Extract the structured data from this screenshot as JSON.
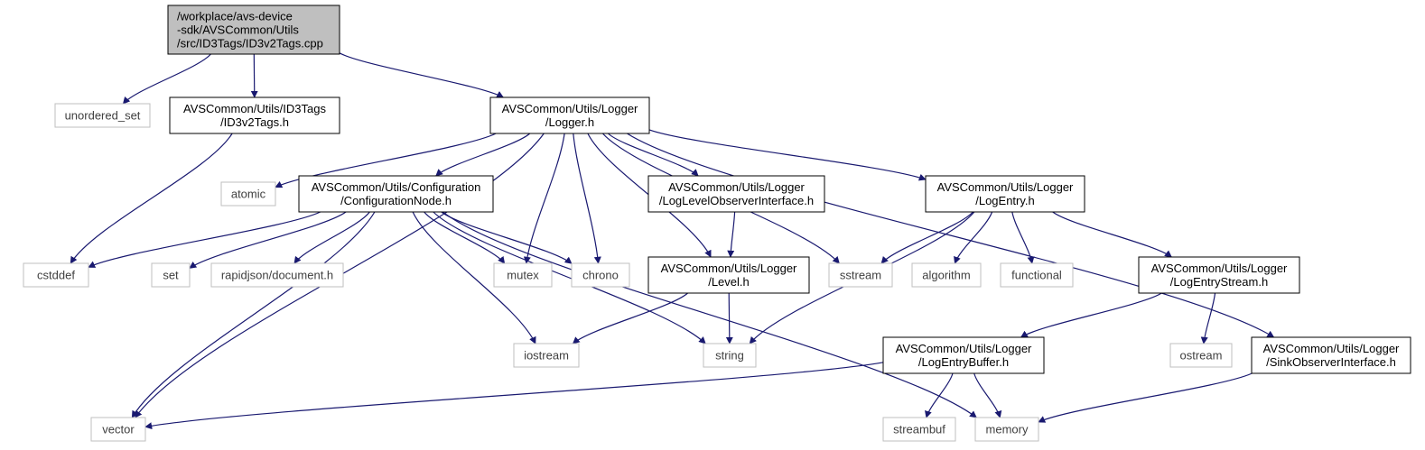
{
  "colors": {
    "edge": "#191970",
    "node_border": "#000000",
    "system_border": "#bfbfbf",
    "root_fill": "#bfbfbf",
    "node_fill": "#ffffff"
  },
  "nodes": {
    "root": {
      "lines": [
        "/workplace/avs-device",
        "-sdk/AVSCommon/Utils",
        "/src/ID3Tags/ID3v2Tags.cpp"
      ],
      "kind": "root"
    },
    "unordered_set": {
      "lines": [
        "unordered_set"
      ],
      "kind": "system"
    },
    "id3v2tags_h": {
      "lines": [
        "AVSCommon/Utils/ID3Tags",
        "/ID3v2Tags.h"
      ],
      "kind": "project"
    },
    "logger_h": {
      "lines": [
        "AVSCommon/Utils/Logger",
        "/Logger.h"
      ],
      "kind": "project"
    },
    "atomic": {
      "lines": [
        "atomic"
      ],
      "kind": "system"
    },
    "configurationnode_h": {
      "lines": [
        "AVSCommon/Utils/Configuration",
        "/ConfigurationNode.h"
      ],
      "kind": "project"
    },
    "loglevelobserver_h": {
      "lines": [
        "AVSCommon/Utils/Logger",
        "/LogLevelObserverInterface.h"
      ],
      "kind": "project"
    },
    "logentry_h": {
      "lines": [
        "AVSCommon/Utils/Logger",
        "/LogEntry.h"
      ],
      "kind": "project"
    },
    "cstddef": {
      "lines": [
        "cstddef"
      ],
      "kind": "system"
    },
    "set": {
      "lines": [
        "set"
      ],
      "kind": "system"
    },
    "rapidjson_document_h": {
      "lines": [
        "rapidjson/document.h"
      ],
      "kind": "system"
    },
    "mutex": {
      "lines": [
        "mutex"
      ],
      "kind": "system"
    },
    "chrono": {
      "lines": [
        "chrono"
      ],
      "kind": "system"
    },
    "level_h": {
      "lines": [
        "AVSCommon/Utils/Logger",
        "/Level.h"
      ],
      "kind": "project"
    },
    "sstream": {
      "lines": [
        "sstream"
      ],
      "kind": "system"
    },
    "algorithm": {
      "lines": [
        "algorithm"
      ],
      "kind": "system"
    },
    "functional": {
      "lines": [
        "functional"
      ],
      "kind": "system"
    },
    "logentrystream_h": {
      "lines": [
        "AVSCommon/Utils/Logger",
        "/LogEntryStream.h"
      ],
      "kind": "project"
    },
    "iostream": {
      "lines": [
        "iostream"
      ],
      "kind": "system"
    },
    "string": {
      "lines": [
        "string"
      ],
      "kind": "system"
    },
    "logentrybuffer_h": {
      "lines": [
        "AVSCommon/Utils/Logger",
        "/LogEntryBuffer.h"
      ],
      "kind": "project"
    },
    "ostream": {
      "lines": [
        "ostream"
      ],
      "kind": "system"
    },
    "sinkobserver_h": {
      "lines": [
        "AVSCommon/Utils/Logger",
        "/SinkObserverInterface.h"
      ],
      "kind": "project"
    },
    "vector": {
      "lines": [
        "vector"
      ],
      "kind": "system"
    },
    "streambuf": {
      "lines": [
        "streambuf"
      ],
      "kind": "system"
    },
    "memory": {
      "lines": [
        "memory"
      ],
      "kind": "system"
    }
  },
  "edges": [
    [
      "root",
      "unordered_set"
    ],
    [
      "root",
      "id3v2tags_h"
    ],
    [
      "root",
      "logger_h"
    ],
    [
      "id3v2tags_h",
      "cstddef"
    ],
    [
      "logger_h",
      "vector"
    ],
    [
      "logger_h",
      "atomic"
    ],
    [
      "logger_h",
      "configurationnode_h"
    ],
    [
      "logger_h",
      "mutex"
    ],
    [
      "logger_h",
      "chrono"
    ],
    [
      "logger_h",
      "level_h"
    ],
    [
      "logger_h",
      "loglevelobserver_h"
    ],
    [
      "logger_h",
      "sstream"
    ],
    [
      "logger_h",
      "logentry_h"
    ],
    [
      "logger_h",
      "sinkobserver_h"
    ],
    [
      "configurationnode_h",
      "cstddef"
    ],
    [
      "configurationnode_h",
      "vector"
    ],
    [
      "configurationnode_h",
      "set"
    ],
    [
      "configurationnode_h",
      "rapidjson_document_h"
    ],
    [
      "configurationnode_h",
      "mutex"
    ],
    [
      "configurationnode_h",
      "chrono"
    ],
    [
      "configurationnode_h",
      "iostream"
    ],
    [
      "configurationnode_h",
      "string"
    ],
    [
      "configurationnode_h",
      "memory"
    ],
    [
      "loglevelobserver_h",
      "level_h"
    ],
    [
      "level_h",
      "iostream"
    ],
    [
      "level_h",
      "string"
    ],
    [
      "logentry_h",
      "sstream"
    ],
    [
      "logentry_h",
      "algorithm"
    ],
    [
      "logentry_h",
      "functional"
    ],
    [
      "logentry_h",
      "string"
    ],
    [
      "logentry_h",
      "logentrystream_h"
    ],
    [
      "logentrystream_h",
      "logentrybuffer_h"
    ],
    [
      "logentrystream_h",
      "ostream"
    ],
    [
      "logentrybuffer_h",
      "vector"
    ],
    [
      "logentrybuffer_h",
      "streambuf"
    ],
    [
      "logentrybuffer_h",
      "memory"
    ],
    [
      "sinkobserver_h",
      "memory"
    ]
  ]
}
